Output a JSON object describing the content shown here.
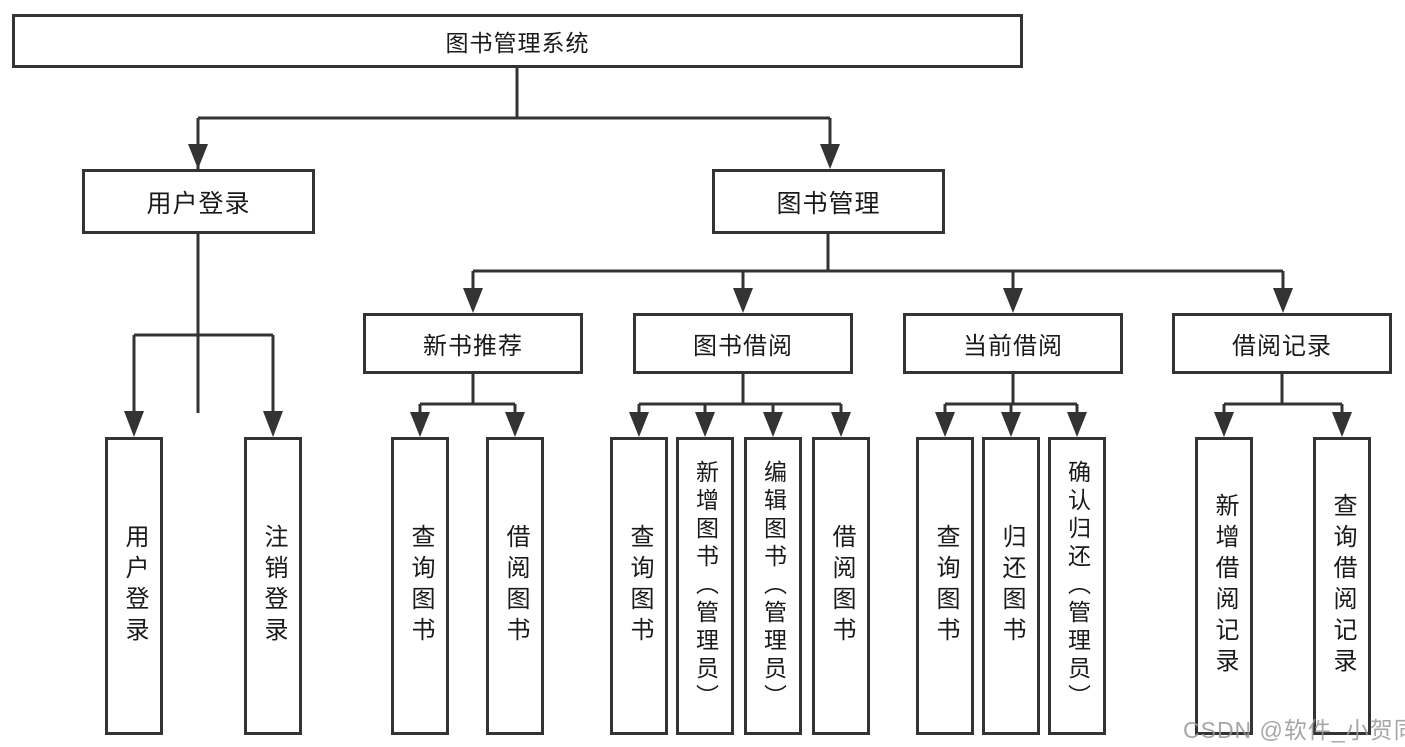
{
  "diagram": {
    "type": "hierarchy-tree",
    "nodes": {
      "root": "图书管理系统",
      "user_login": "用户登录",
      "book_mgmt": "图书管理",
      "new_book_rec": "新书推荐",
      "book_borrow": "图书借阅",
      "current_borrow": "当前借阅",
      "borrow_records": "借阅记录",
      "login": "用户登录",
      "logout": "注销登录",
      "nbr_query_books": "查询图书",
      "nbr_borrow_books": "借阅图书",
      "bb_query_books": "查询图书",
      "bb_add_book_admin": "新增图书（管理员）",
      "bb_edit_book_admin": "编辑图书（管理员）",
      "bb_borrow_books": "借阅图书",
      "cb_query_books": "查询图书",
      "cb_return_books": "归还图书",
      "cb_confirm_return_admin": "确认归还（管理员）",
      "br_add_record": "新增借阅记录",
      "br_query_record": "查询借阅记录"
    },
    "hierarchy": {
      "root": [
        "user_login",
        "book_mgmt"
      ],
      "user_login": [
        "login",
        "logout"
      ],
      "book_mgmt": [
        "new_book_rec",
        "book_borrow",
        "current_borrow",
        "borrow_records"
      ],
      "new_book_rec": [
        "nbr_query_books",
        "nbr_borrow_books"
      ],
      "book_borrow": [
        "bb_query_books",
        "bb_add_book_admin",
        "bb_edit_book_admin",
        "bb_borrow_books"
      ],
      "current_borrow": [
        "cb_query_books",
        "cb_return_books",
        "cb_confirm_return_admin"
      ],
      "borrow_records": [
        "br_add_record",
        "br_query_record"
      ]
    },
    "colors": {
      "line": "#333333",
      "node_border": "#333333",
      "node_fill": "#ffffff",
      "text": "#1a1a1a",
      "watermark": "#969696",
      "background": "#ffffff"
    },
    "watermark": "CSDN @软件_小贺同学"
  }
}
